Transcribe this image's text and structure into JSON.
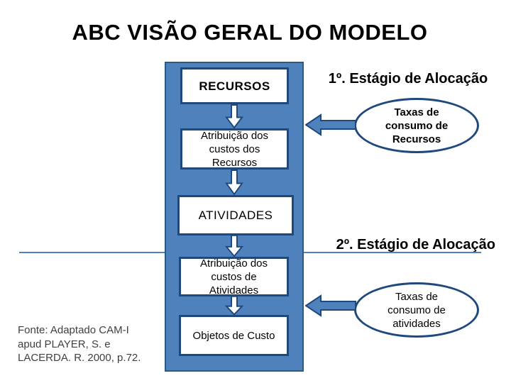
{
  "title": "ABC VISÃO GERAL DO MODELO",
  "colors": {
    "panel_blue": "#4f81bd",
    "panel_border": "#2d5986",
    "outline_navy": "#1f497d",
    "line_blue": "#4f81bd",
    "title_text": "#000000",
    "note_gray": "#404040"
  },
  "flow_boxes": [
    {
      "id": "recursos",
      "lines": [
        "RECURSOS"
      ]
    },
    {
      "id": "atribuicao-custos-recursos",
      "lines": [
        "Atribuição dos",
        "custos dos",
        "Recursos"
      ]
    },
    {
      "id": "atividades",
      "lines": [
        "ATIVIDADES"
      ]
    },
    {
      "id": "atribuicao-custos-atividades",
      "lines": [
        "Atribuição dos",
        "custos de",
        "Atividades"
      ]
    },
    {
      "id": "objetos-de-custo",
      "lines": [
        "Objetos de Custo"
      ]
    }
  ],
  "stage1": {
    "heading": "1º. Estágio de Alocação",
    "ellipse_lines": [
      "Taxas de",
      "consumo de",
      "Recursos"
    ]
  },
  "stage2": {
    "heading": "2º. Estágio de Alocação",
    "ellipse_lines": [
      "Taxas de",
      "consumo de",
      "atividades"
    ]
  },
  "source_note": {
    "lines": [
      "Fonte: Adaptado CAM-I",
      "apud PLAYER, S. e",
      "LACERDA. R. 2000, p.72."
    ]
  }
}
